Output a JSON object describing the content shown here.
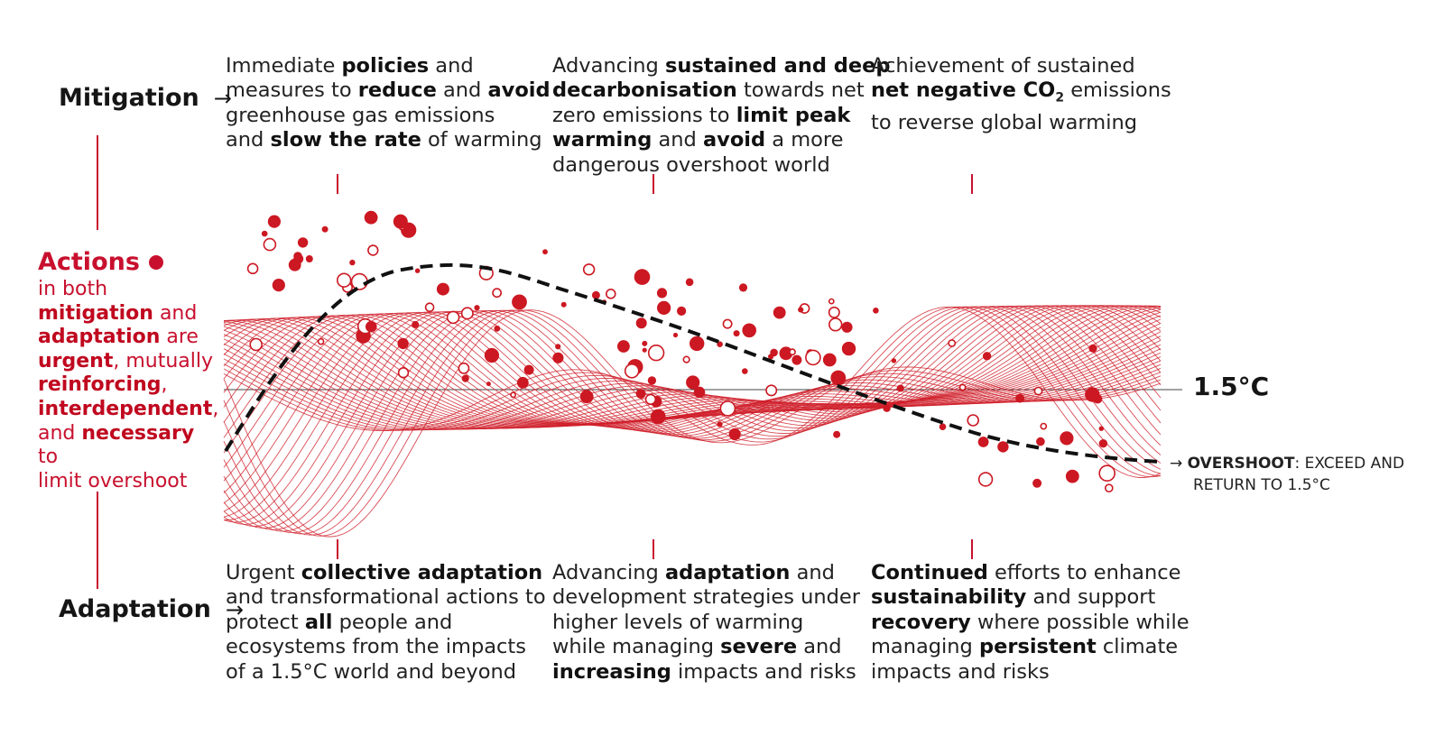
{
  "rows": {
    "mitigation": "Mitigation",
    "adaptation": "Adaptation",
    "arrow": "→"
  },
  "actions": {
    "title": "Actions",
    "parts": [
      {
        "t": "in both",
        "b": false,
        "br": true
      },
      {
        "t": "mitigation",
        "b": true
      },
      {
        "t": " and",
        "b": false,
        "br": true
      },
      {
        "t": "adaptation",
        "b": true
      },
      {
        "t": " are",
        "b": false,
        "br": true
      },
      {
        "t": "urgent",
        "b": true
      },
      {
        "t": ", mutually",
        "b": false,
        "br": true
      },
      {
        "t": "reinforcing",
        "b": true
      },
      {
        "t": ",",
        "b": false,
        "br": true
      },
      {
        "t": "interdependent",
        "b": true
      },
      {
        "t": ",",
        "b": false,
        "br": true
      },
      {
        "t": "and ",
        "b": false
      },
      {
        "t": "necessary",
        "b": true
      },
      {
        "t": " to",
        "b": false,
        "br": true
      },
      {
        "t": "limit overshoot",
        "b": false
      }
    ]
  },
  "mitigation_texts": [
    {
      "lines": [
        [
          {
            "t": "Immediate "
          },
          {
            "t": "policies",
            "b": true
          },
          {
            "t": " and"
          }
        ],
        [
          {
            "t": "measures to "
          },
          {
            "t": "reduce",
            "b": true
          },
          {
            "t": " and "
          },
          {
            "t": "avoid",
            "b": true
          }
        ],
        [
          {
            "t": "greenhouse gas emissions"
          }
        ],
        [
          {
            "t": "and "
          },
          {
            "t": "slow the rate",
            "b": true
          },
          {
            "t": " of warming"
          }
        ]
      ]
    },
    {
      "lines": [
        [
          {
            "t": "Advancing "
          },
          {
            "t": "sustained and deep",
            "b": true
          }
        ],
        [
          {
            "t": "decarbonisation",
            "b": true
          },
          {
            "t": " towards net"
          }
        ],
        [
          {
            "t": "zero emissions to "
          },
          {
            "t": "limit peak",
            "b": true
          }
        ],
        [
          {
            "t": "warming",
            "b": true
          },
          {
            "t": " and "
          },
          {
            "t": "avoid",
            "b": true
          },
          {
            "t": " a more"
          }
        ],
        [
          {
            "t": "dangerous overshoot world"
          }
        ]
      ]
    },
    {
      "lines": [
        [
          {
            "t": "Achievement of sustained"
          }
        ],
        [
          {
            "t": "net negative CO",
            "b": true
          },
          {
            "t": "2",
            "b": true,
            "sub": true
          },
          {
            "t": " emissions"
          }
        ],
        [
          {
            "t": "to reverse global warming"
          }
        ]
      ]
    }
  ],
  "adaptation_texts": [
    {
      "lines": [
        [
          {
            "t": "Urgent "
          },
          {
            "t": "collective adaptation",
            "b": true
          }
        ],
        [
          {
            "t": "and transformational actions to"
          }
        ],
        [
          {
            "t": "protect "
          },
          {
            "t": "all",
            "b": true
          },
          {
            "t": " people and"
          }
        ],
        [
          {
            "t": "ecosystems from the impacts"
          }
        ],
        [
          {
            "t": "of a 1.5°C world and beyond"
          }
        ]
      ]
    },
    {
      "lines": [
        [
          {
            "t": "Advancing "
          },
          {
            "t": "adaptation",
            "b": true
          },
          {
            "t": " and"
          }
        ],
        [
          {
            "t": "development strategies under"
          }
        ],
        [
          {
            "t": "higher levels of warming"
          }
        ],
        [
          {
            "t": "while managing "
          },
          {
            "t": "severe",
            "b": true
          },
          {
            "t": " and"
          }
        ],
        [
          {
            "t": "increasing",
            "b": true
          },
          {
            "t": " impacts and risks"
          }
        ]
      ]
    },
    {
      "lines": [
        [
          {
            "t": "Continued",
            "b": true
          },
          {
            "t": " efforts to enhance"
          }
        ],
        [
          {
            "t": "sustainability",
            "b": true
          },
          {
            "t": " and support"
          }
        ],
        [
          {
            "t": "recovery",
            "b": true
          },
          {
            "t": " where possible while"
          }
        ],
        [
          {
            "t": "managing "
          },
          {
            "t": "persistent",
            "b": true
          },
          {
            "t": " climate"
          }
        ],
        [
          {
            "t": "impacts and risks"
          }
        ]
      ]
    }
  ],
  "threshold_label": "1.5°C",
  "overshoot": {
    "arrow": "→",
    "bold": "OVERSHOOT",
    "rest": ": EXCEED AND",
    "line2": "RETURN TO 1.5°C"
  },
  "colors": {
    "accent": "#c8102e",
    "wave": "#d01f2a",
    "path": "#111111"
  }
}
